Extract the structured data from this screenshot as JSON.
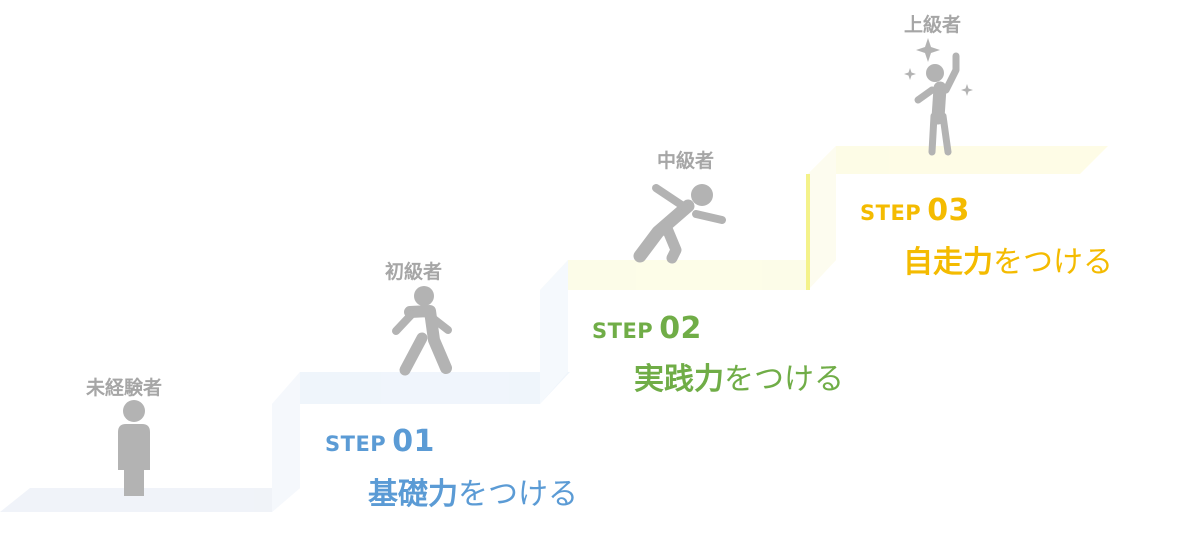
{
  "colors": {
    "step1": "#5b9bd5",
    "step2": "#70ad47",
    "step3": "#f4bb00",
    "figure": "#b3b3b3",
    "label": "#a6a6a6"
  },
  "levels": [
    {
      "label": "未経験者",
      "icon": "standing-person-icon"
    },
    {
      "label": "初級者",
      "icon": "walking-person-icon"
    },
    {
      "label": "中級者",
      "icon": "running-person-icon"
    },
    {
      "label": "上級者",
      "icon": "cheering-person-icon"
    }
  ],
  "steps": [
    {
      "step": "STEP",
      "number": "01",
      "skill_strong": "基礎力",
      "skill_rest": "をつける"
    },
    {
      "step": "STEP",
      "number": "02",
      "skill_strong": "実践力",
      "skill_rest": "をつける"
    },
    {
      "step": "STEP",
      "number": "03",
      "skill_strong": "自走力",
      "skill_rest": "をつける"
    }
  ]
}
